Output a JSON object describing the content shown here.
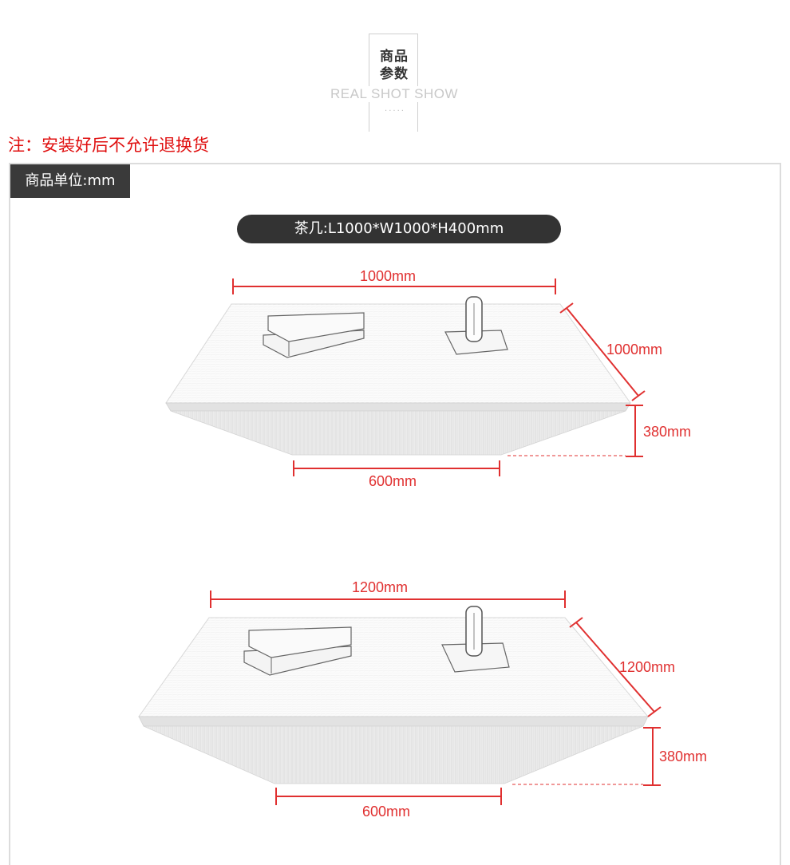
{
  "header": {
    "title_line1": "商品",
    "title_line2": "参数",
    "subtitle": "REAL SHOT SHOW",
    "dots": "·····"
  },
  "note": "注：安装好后不允许退换货",
  "unit_label": "商品单位:mm",
  "spec_pill": "茶几:L1000*W1000*H400mm",
  "drawings": [
    {
      "length": "1000mm",
      "width": "1000mm",
      "height": "380mm",
      "base": "600mm"
    },
    {
      "length": "1200mm",
      "width": "1200mm",
      "height": "380mm",
      "base": "600mm"
    }
  ],
  "colors": {
    "dimension_red": "#e03030",
    "note_red": "#e01010",
    "label_dark": "#3a3a3a",
    "pill_dark": "#333333"
  }
}
